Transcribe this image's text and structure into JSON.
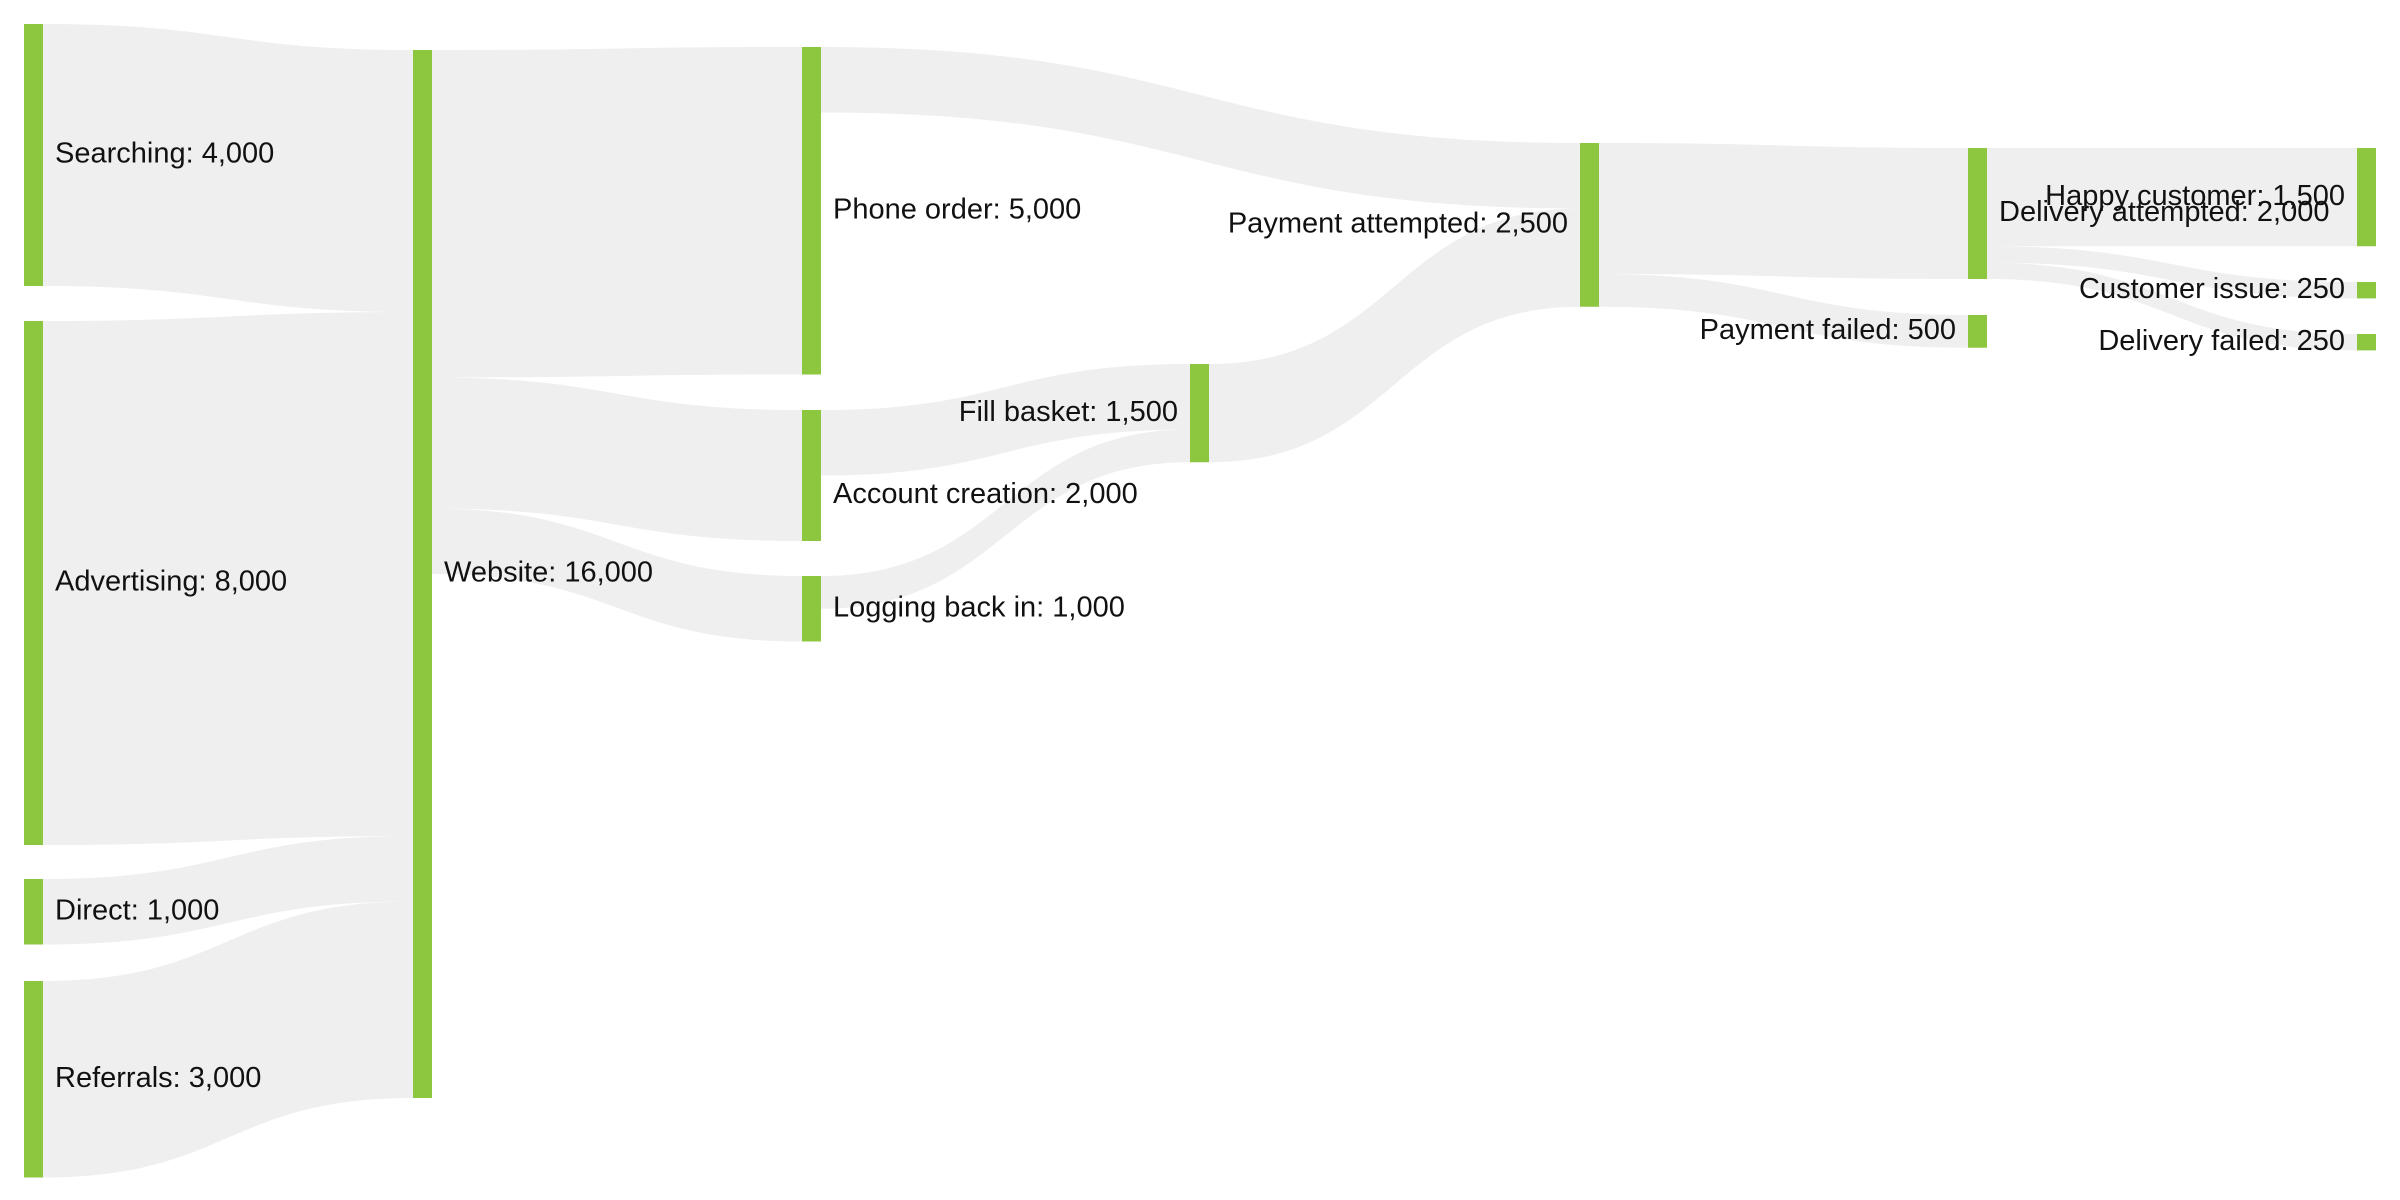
{
  "chart_data": {
    "type": "sankey",
    "colors": {
      "node": "#8dc63f",
      "link": "#efefef",
      "text": "#111111"
    },
    "nodes": [
      {
        "id": "searching",
        "label": "Searching: 4,000",
        "value": 4000,
        "column": 0
      },
      {
        "id": "advertising",
        "label": "Advertising: 8,000",
        "value": 8000,
        "column": 0
      },
      {
        "id": "direct",
        "label": "Direct: 1,000",
        "value": 1000,
        "column": 0
      },
      {
        "id": "referrals",
        "label": "Referrals: 3,000",
        "value": 3000,
        "column": 0
      },
      {
        "id": "website",
        "label": "Website: 16,000",
        "value": 16000,
        "column": 1
      },
      {
        "id": "phone_order",
        "label": "Phone order: 5,000",
        "value": 5000,
        "column": 2
      },
      {
        "id": "account_creation",
        "label": "Account creation: 2,000",
        "value": 2000,
        "column": 2
      },
      {
        "id": "logging_back_in",
        "label": "Logging back in: 1,000",
        "value": 1000,
        "column": 2
      },
      {
        "id": "fill_basket",
        "label": "Fill basket: 1,500",
        "value": 1500,
        "column": 3
      },
      {
        "id": "payment_attempted",
        "label": "Payment attempted: 2,500",
        "value": 2500,
        "column": 4
      },
      {
        "id": "delivery_attempted",
        "label": "Delivery attempted: 2,000",
        "value": 2000,
        "column": 5
      },
      {
        "id": "payment_failed",
        "label": "Payment failed: 500",
        "value": 500,
        "column": 5
      },
      {
        "id": "happy_customer",
        "label": "Happy customer: 1,500",
        "value": 1500,
        "column": 6
      },
      {
        "id": "customer_issue",
        "label": "Customer issue: 250",
        "value": 250,
        "column": 6
      },
      {
        "id": "delivery_failed",
        "label": "Delivery failed: 250",
        "value": 250,
        "column": 6
      }
    ],
    "links": [
      {
        "source": "searching",
        "target": "website",
        "value": 4000
      },
      {
        "source": "advertising",
        "target": "website",
        "value": 8000
      },
      {
        "source": "direct",
        "target": "website",
        "value": 1000
      },
      {
        "source": "referrals",
        "target": "website",
        "value": 3000
      },
      {
        "source": "website",
        "target": "phone_order",
        "value": 5000
      },
      {
        "source": "website",
        "target": "account_creation",
        "value": 2000
      },
      {
        "source": "website",
        "target": "logging_back_in",
        "value": 1000
      },
      {
        "source": "phone_order",
        "target": "payment_attempted",
        "value": 1000
      },
      {
        "source": "account_creation",
        "target": "fill_basket",
        "value": 1000
      },
      {
        "source": "logging_back_in",
        "target": "fill_basket",
        "value": 500
      },
      {
        "source": "fill_basket",
        "target": "payment_attempted",
        "value": 1500
      },
      {
        "source": "payment_attempted",
        "target": "delivery_attempted",
        "value": 2000
      },
      {
        "source": "payment_attempted",
        "target": "payment_failed",
        "value": 500
      },
      {
        "source": "delivery_attempted",
        "target": "happy_customer",
        "value": 1500
      },
      {
        "source": "delivery_attempted",
        "target": "customer_issue",
        "value": 250
      },
      {
        "source": "delivery_attempted",
        "target": "delivery_failed",
        "value": 250
      }
    ]
  }
}
